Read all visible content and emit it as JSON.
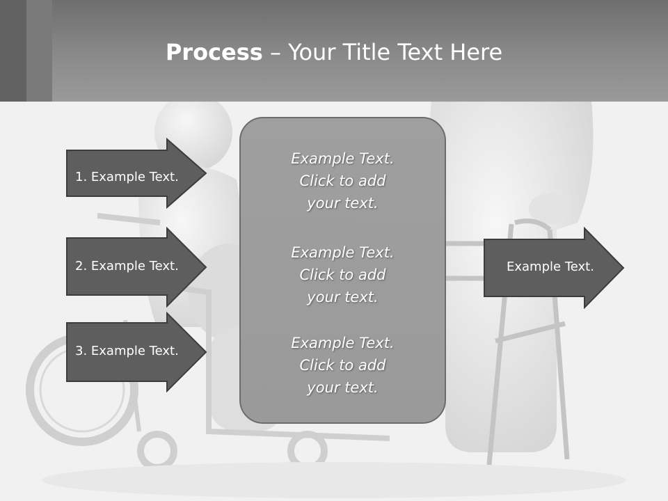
{
  "slide": {
    "title_bold": "Process",
    "title_rest": " – Your Title Text Here"
  },
  "left_steps": [
    {
      "label": "1. Example Text."
    },
    {
      "label": "2. Example Text."
    },
    {
      "label": "3. Example Text."
    }
  ],
  "center_panel": {
    "blocks": [
      {
        "line1": "Example Text.",
        "line2": "Click  to add",
        "line3": "your text."
      },
      {
        "line1": "Example Text.",
        "line2": "Click  to add",
        "line3": "your text."
      },
      {
        "line1": "Example Text.",
        "line2": "Click  to add",
        "line3": "your text."
      }
    ]
  },
  "right_output": {
    "label": "Example Text."
  },
  "colors": {
    "arrow_fill": "#5e5e5e",
    "arrow_stroke": "#3c3c3c",
    "header": "#8a8a8a",
    "panel_fill": "#9d9d9d"
  },
  "image": {
    "subject": "wheelchair-and-walker-illustration"
  }
}
